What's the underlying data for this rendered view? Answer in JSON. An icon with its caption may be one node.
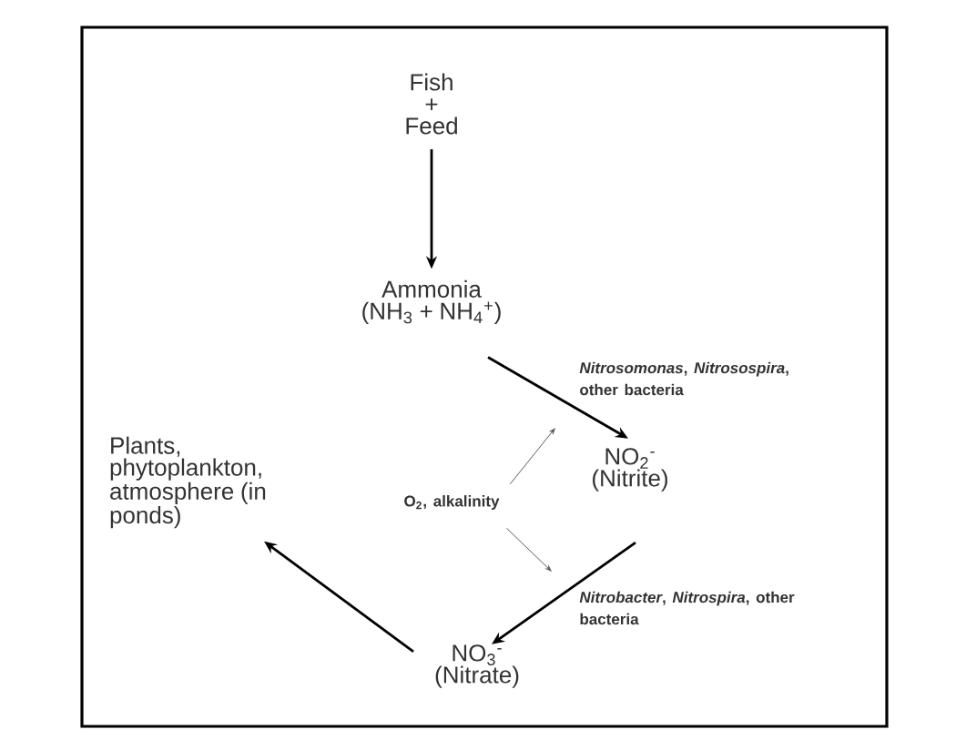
{
  "diagram": {
    "nodes": [
      {
        "text": [
          "Fish + Feed"
        ]
      },
      {
        "text": [
          "Ammonia",
          "(NH$_{3}$ + NH$_{4}$$^{+}$)"
        ]
      },
      {
        "text": [
          "NO$_{2}$$^{-}$",
          "(Nitrite)"
        ]
      },
      {
        "text": [
          "NO$_{3}$$^{-}$",
          "(Nitrate)"
        ]
      },
      {
        "text": [
          "Plants, phytoplankton, atmosphere (in ponds)"
        ]
      },
      {
        "text": [
          "O$_{2}$, alkalinity"
        ]
      }
    ],
    "edges": [
      {
        "from": 0,
        "to": 1,
        "arrow": "to"
      },
      {
        "from": 1,
        "to": 2,
        "arrow": "to",
        "label": "*Nitrosomonas*, *Nitrosospira*, other bacteria"
      },
      {
        "from": 2,
        "to": 3,
        "arrow": "to",
        "label": "*Nitrobacter*, *Nitrospira*, other bacteria"
      },
      {
        "from": 3,
        "to": 4,
        "arrow": "to"
      },
      {
        "from": 5,
        "to": null,
        "arrow": "to",
        "color": "#595959"
      },
      {
        "from": 5,
        "to": null,
        "arrow": "to",
        "color": "#595959"
      }
    ]
  }
}
